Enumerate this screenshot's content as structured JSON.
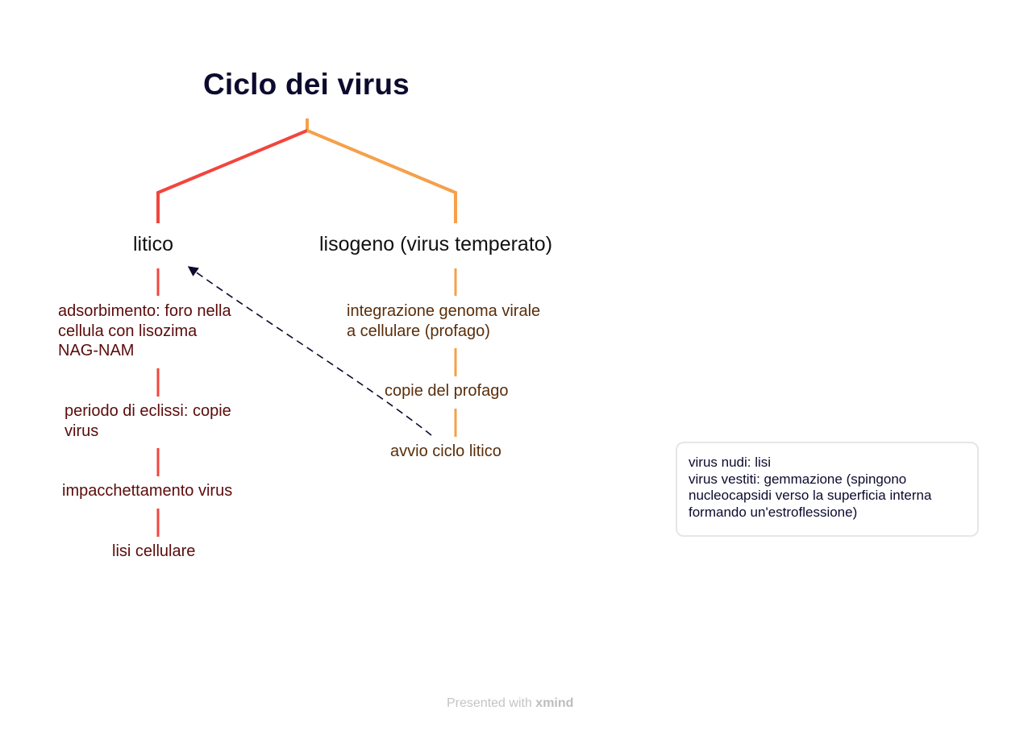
{
  "colors": {
    "title": "#0c0b2e",
    "litico_branch": "#f2453d",
    "lisogeno_branch": "#f5a04a",
    "litico_text": "#5c0b0b",
    "lisogeno_text": "#5a2e0b",
    "relationship_line": "#0c0b2e",
    "note_border": "#e6e6e6",
    "footer": "#c4c4c4"
  },
  "map": {
    "central_topic": "Ciclo dei virus",
    "branches": [
      {
        "label": "litico",
        "children": [
          {
            "label": "adsorbimento: foro nella\ncellula con lisozima\nNAG-NAM"
          },
          {
            "label": "periodo di eclissi: copie\nvirus"
          },
          {
            "label": "impacchettamento virus"
          },
          {
            "label": "lisi cellulare"
          }
        ]
      },
      {
        "label": "lisogeno (virus temperato)",
        "children": [
          {
            "label": "integrazione genoma virale\na cellulare (profago)"
          },
          {
            "label": "copie del profago"
          },
          {
            "label": "avvio ciclo litico"
          }
        ]
      }
    ],
    "relationship": {
      "from": "avvio ciclo litico",
      "to": "litico",
      "style": "dashed-arrow"
    },
    "note": "virus nudi: lisi\nvirus vestiti: gemmazione (spingono\nnucleocapsidi verso la superficia interna\nformando un'estroflessione)"
  },
  "footer": {
    "prefix": "Presented with",
    "brand": "xmind"
  }
}
